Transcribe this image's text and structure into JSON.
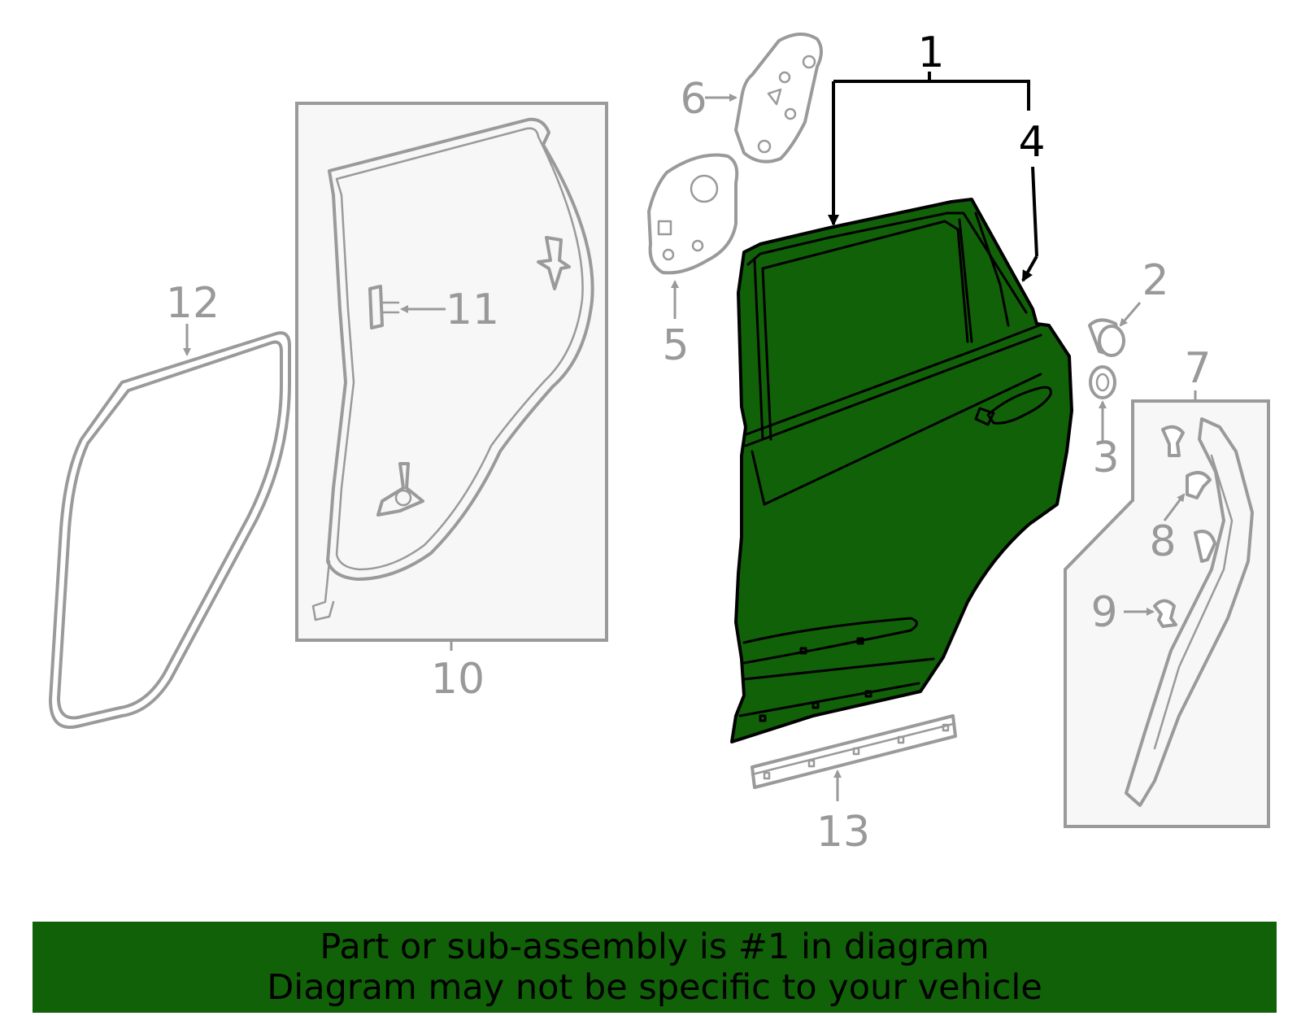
{
  "callouts": {
    "c1": "1",
    "c2": "2",
    "c3": "3",
    "c4": "4",
    "c5": "5",
    "c6": "6",
    "c7": "7",
    "c8": "8",
    "c9": "9",
    "c10": "10",
    "c11": "11",
    "c12": "12",
    "c13": "13"
  },
  "banner": {
    "line1": "Part or sub-assembly is #1 in diagram",
    "line2": "Diagram may not be specific to your vehicle"
  },
  "colors": {
    "highlight": "#116108",
    "part_stroke": "#9a9a9a",
    "label_gray": "#999999",
    "label_black": "#000000"
  }
}
